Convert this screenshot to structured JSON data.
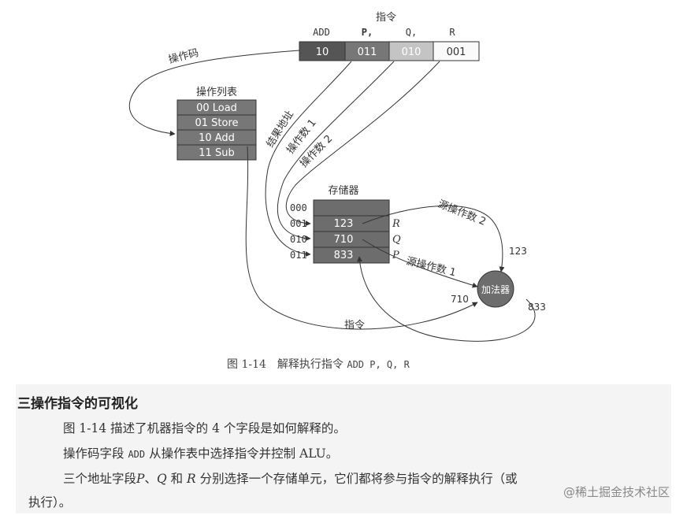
{
  "figure": {
    "instruction_title": "指令",
    "fields": [
      {
        "name": "ADD",
        "bits": "10"
      },
      {
        "name": "P,",
        "bits": "011"
      },
      {
        "name": "Q,",
        "bits": "010"
      },
      {
        "name": "R",
        "bits": "001"
      }
    ],
    "opcode_label": "操作码",
    "op_table_title": "操作列表",
    "op_table": [
      "00 Load",
      "01 Store",
      "10 Add",
      "11 Sub"
    ],
    "addr_labels": [
      "结果地址",
      "操作数 1",
      "操作数 2"
    ],
    "memory_title": "存储器",
    "memory_addresses": [
      "000",
      "001",
      "010",
      "011"
    ],
    "memory_values": [
      "",
      "123",
      "710",
      "833"
    ],
    "memory_tags": [
      "",
      "R",
      "Q",
      "P"
    ],
    "src2_label": "源操作数 2",
    "src1_label": "源操作数 1",
    "adder_label": "加法器",
    "adder_inputs": {
      "top": "123",
      "left": "710",
      "right": "833"
    },
    "instruction_arrow_label": "指令"
  },
  "caption": {
    "prefix": "图 1-14　解释执行指令",
    "code": "ADD P, Q, R"
  },
  "text": {
    "heading": "三操作指令的可视化",
    "p1": "图 1-14 描述了机器指令的 4 个字段是如何解释的。",
    "p2a": "操作码字段",
    "p2code": "ADD",
    "p2b": "从操作表中选择指令并控制 ALU。",
    "p3a": "三个地址字段",
    "p3P": "P",
    "p3s1": "、",
    "p3Q": "Q",
    "p3s2": " 和 ",
    "p3R": "R",
    "p3b": " 分别选择一个存储单元，它们都将参与指令的解释执行（或",
    "p4": "执行）。"
  },
  "watermark": "@稀土掘金技术社区"
}
